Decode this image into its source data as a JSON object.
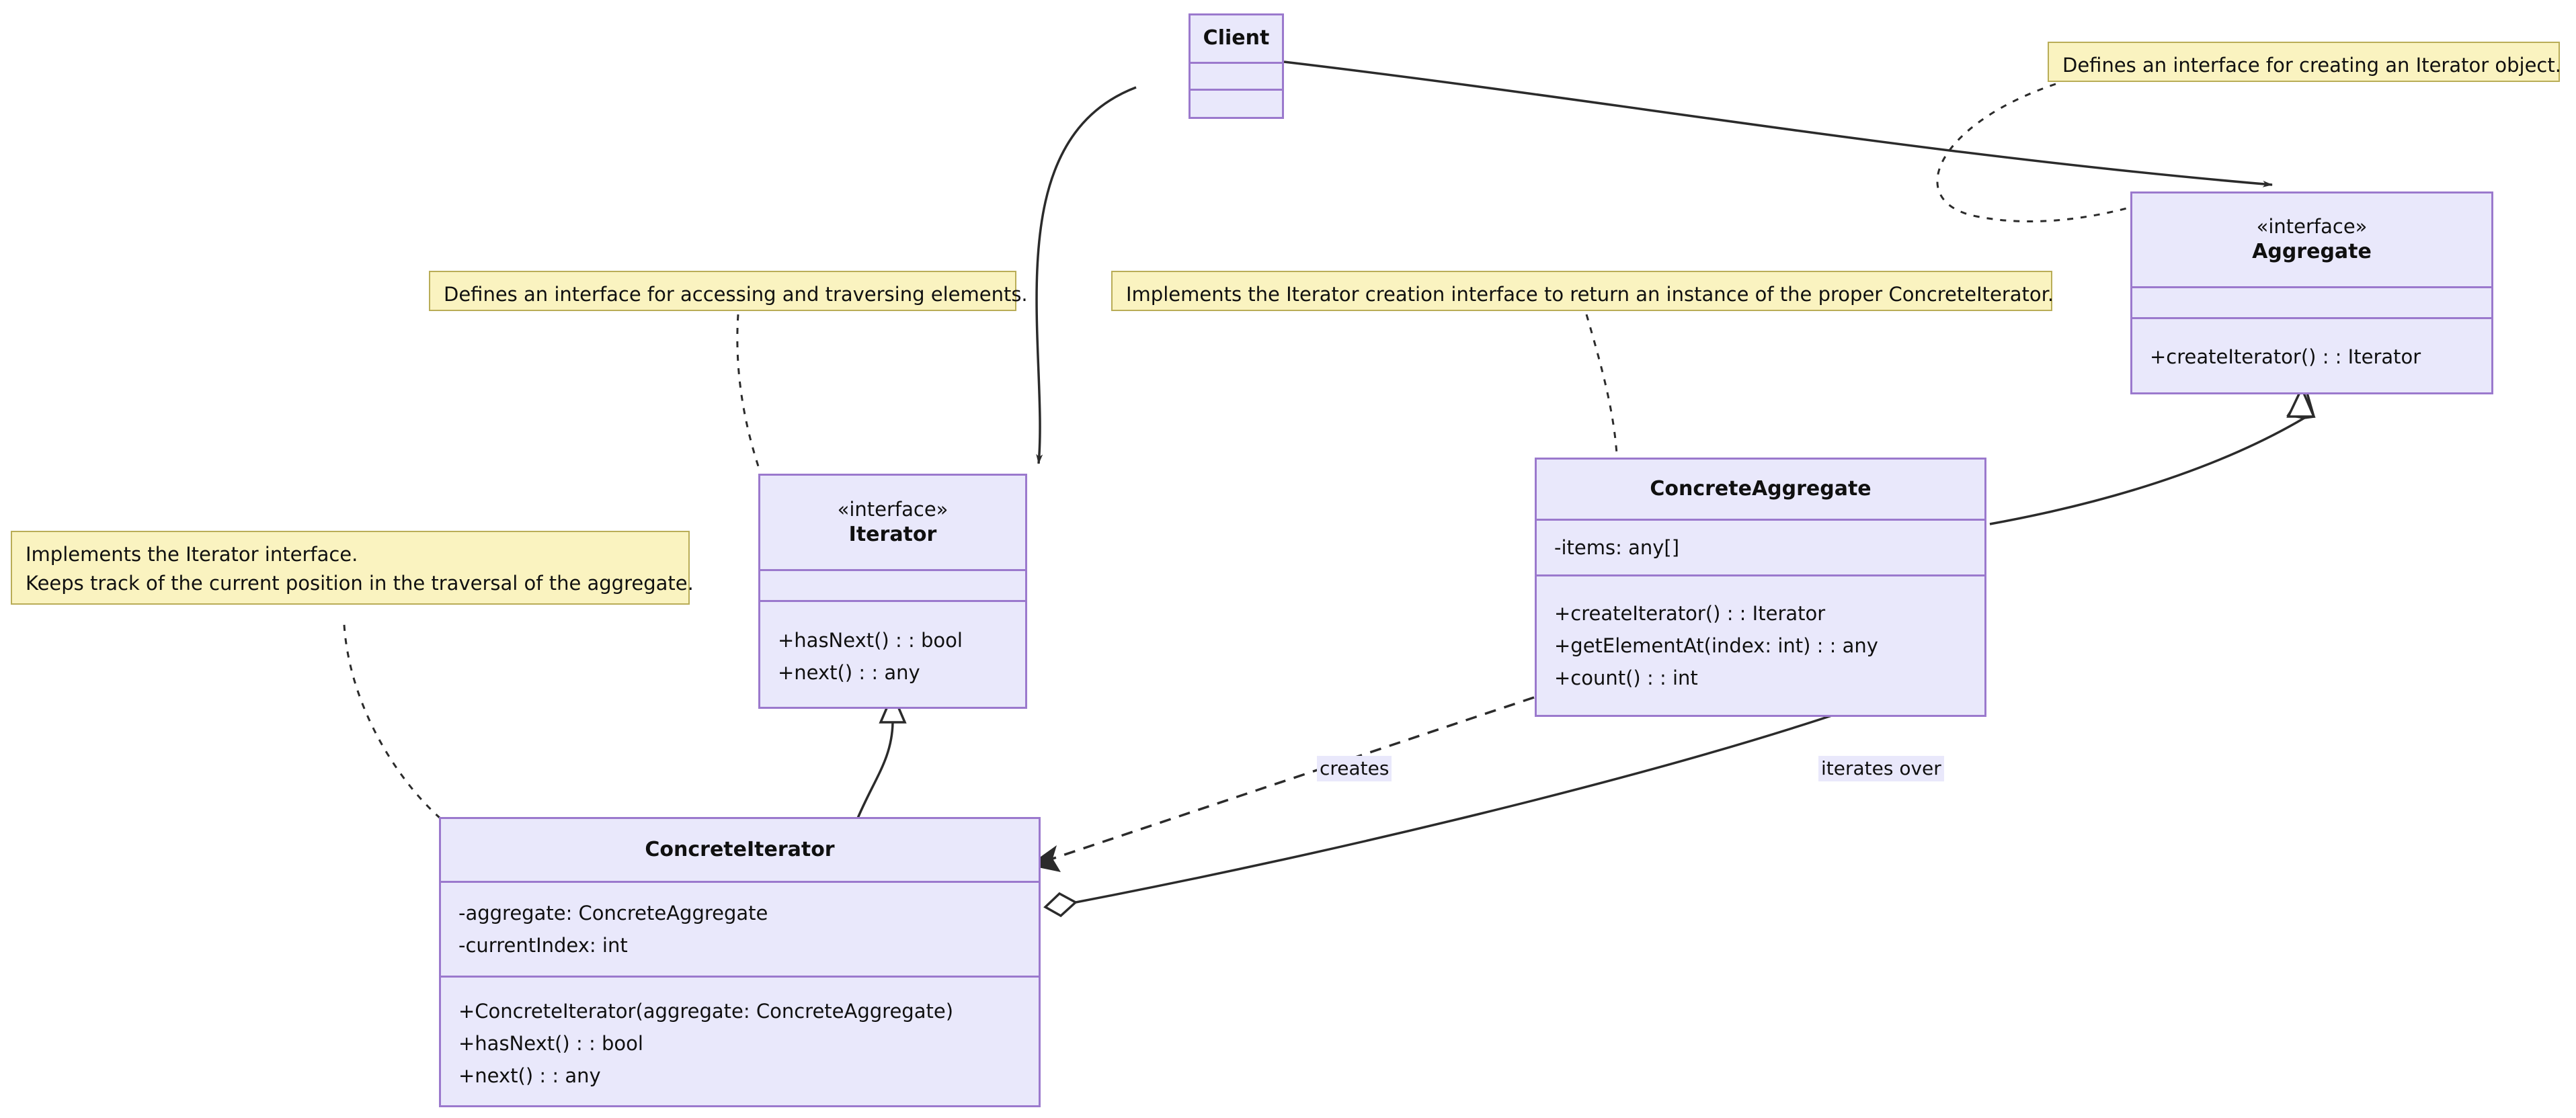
{
  "diagram": {
    "title": "Iterator Design Pattern - UML Class Diagram",
    "colors": {
      "class_fill": "#e9e8fb",
      "class_border": "#9b79cd",
      "note_fill": "#faf3c0",
      "note_border": "#b9ad57",
      "edge": "#2b2b2b",
      "text": "#101010",
      "background": "#ffffff"
    }
  },
  "classes": {
    "client": {
      "name": "Client",
      "stereotype": "",
      "attributes": [],
      "methods": []
    },
    "aggregate": {
      "name": "Aggregate",
      "stereotype": "«interface»",
      "attributes": [],
      "methods": [
        "+createIterator() : : Iterator"
      ]
    },
    "iterator": {
      "name": "Iterator",
      "stereotype": "«interface»",
      "attributes": [],
      "methods": [
        "+hasNext() : : bool",
        "+next() : : any"
      ]
    },
    "concrete_aggregate": {
      "name": "ConcreteAggregate",
      "stereotype": "",
      "attributes": [
        "-items: any[]"
      ],
      "methods": [
        "+createIterator() : : Iterator",
        "+getElementAt(index: int) : : any",
        "+count() : : int"
      ]
    },
    "concrete_iterator": {
      "name": "ConcreteIterator",
      "stereotype": "",
      "attributes": [
        "-aggregate: ConcreteAggregate",
        "-currentIndex: int"
      ],
      "methods": [
        "+ConcreteIterator(aggregate: ConcreteAggregate)",
        "+hasNext() : : bool",
        "+next() : : any"
      ]
    }
  },
  "notes": {
    "aggregate_note": {
      "lines": [
        "Defines an interface for creating an Iterator object."
      ]
    },
    "iterator_note": {
      "lines": [
        "Defines an interface for accessing and traversing elements."
      ]
    },
    "concrete_aggregate_note": {
      "lines": [
        "Implements the Iterator creation interface to return an instance of the proper ConcreteIterator."
      ]
    },
    "concrete_iterator_note": {
      "lines": [
        "Implements the Iterator interface.",
        "Keeps track of the current position in the traversal of the aggregate."
      ]
    }
  },
  "edge_labels": {
    "creates": "creates",
    "iterates_over": "iterates over"
  },
  "relationships": [
    {
      "from": "Client",
      "to": "Aggregate",
      "type": "association-directed"
    },
    {
      "from": "Client",
      "to": "Iterator",
      "type": "association-directed"
    },
    {
      "from": "ConcreteAggregate",
      "to": "Aggregate",
      "type": "generalization"
    },
    {
      "from": "ConcreteIterator",
      "to": "Iterator",
      "type": "generalization"
    },
    {
      "from": "ConcreteAggregate",
      "to": "ConcreteIterator",
      "type": "dependency",
      "label": "creates"
    },
    {
      "from": "ConcreteIterator",
      "to": "ConcreteAggregate",
      "type": "aggregation",
      "label": "iterates over"
    }
  ]
}
